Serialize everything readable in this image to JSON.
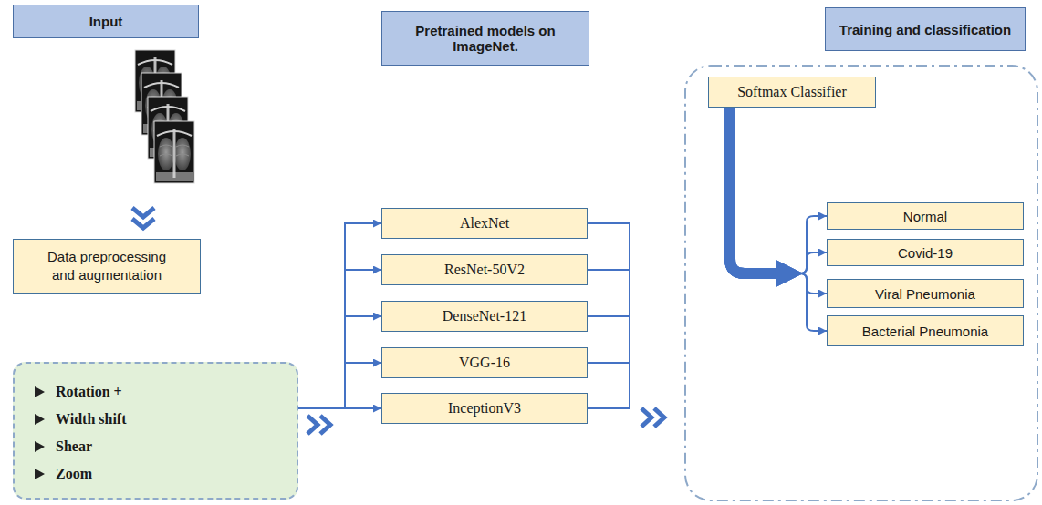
{
  "diagram": {
    "nodes": [
      {
        "text": [
          "Input"
        ]
      },
      {
        "text": [
          "Pretrained models on ImageNet."
        ]
      },
      {
        "text": [
          "Training and classification"
        ]
      },
      {
        "text": [
          "Data preprocessing and augmentation"
        ]
      },
      {
        "text": [
          "Rotation +",
          "Width shift",
          "Shear",
          "Zoom"
        ]
      },
      {
        "text": [
          "AlexNet"
        ]
      },
      {
        "text": [
          "ResNet-50V2"
        ]
      },
      {
        "text": [
          "DenseNet-121"
        ]
      },
      {
        "text": [
          "VGG-16"
        ]
      },
      {
        "text": [
          "InceptionV3"
        ]
      },
      {
        "text": [
          "Softmax Classifier"
        ]
      },
      {
        "text": [
          "Normal"
        ]
      },
      {
        "text": [
          "Covid-19"
        ]
      },
      {
        "text": [
          "Viral Pneumonia"
        ]
      },
      {
        "text": [
          "Bacterial Pneumonia"
        ]
      }
    ],
    "edges": [
      {
        "from": 4,
        "to": 5,
        "arrow": "to"
      },
      {
        "from": 4,
        "to": 6,
        "arrow": "to"
      },
      {
        "from": 4,
        "to": 7,
        "arrow": "to"
      },
      {
        "from": 4,
        "to": 8,
        "arrow": "to"
      },
      {
        "from": 4,
        "to": 9,
        "arrow": "to"
      },
      {
        "from": 10,
        "to": 11,
        "arrow": "to"
      },
      {
        "from": 10,
        "to": 12,
        "arrow": "to"
      },
      {
        "from": 10,
        "to": 13,
        "arrow": "to"
      },
      {
        "from": 10,
        "to": 14,
        "arrow": "to"
      }
    ]
  }
}
